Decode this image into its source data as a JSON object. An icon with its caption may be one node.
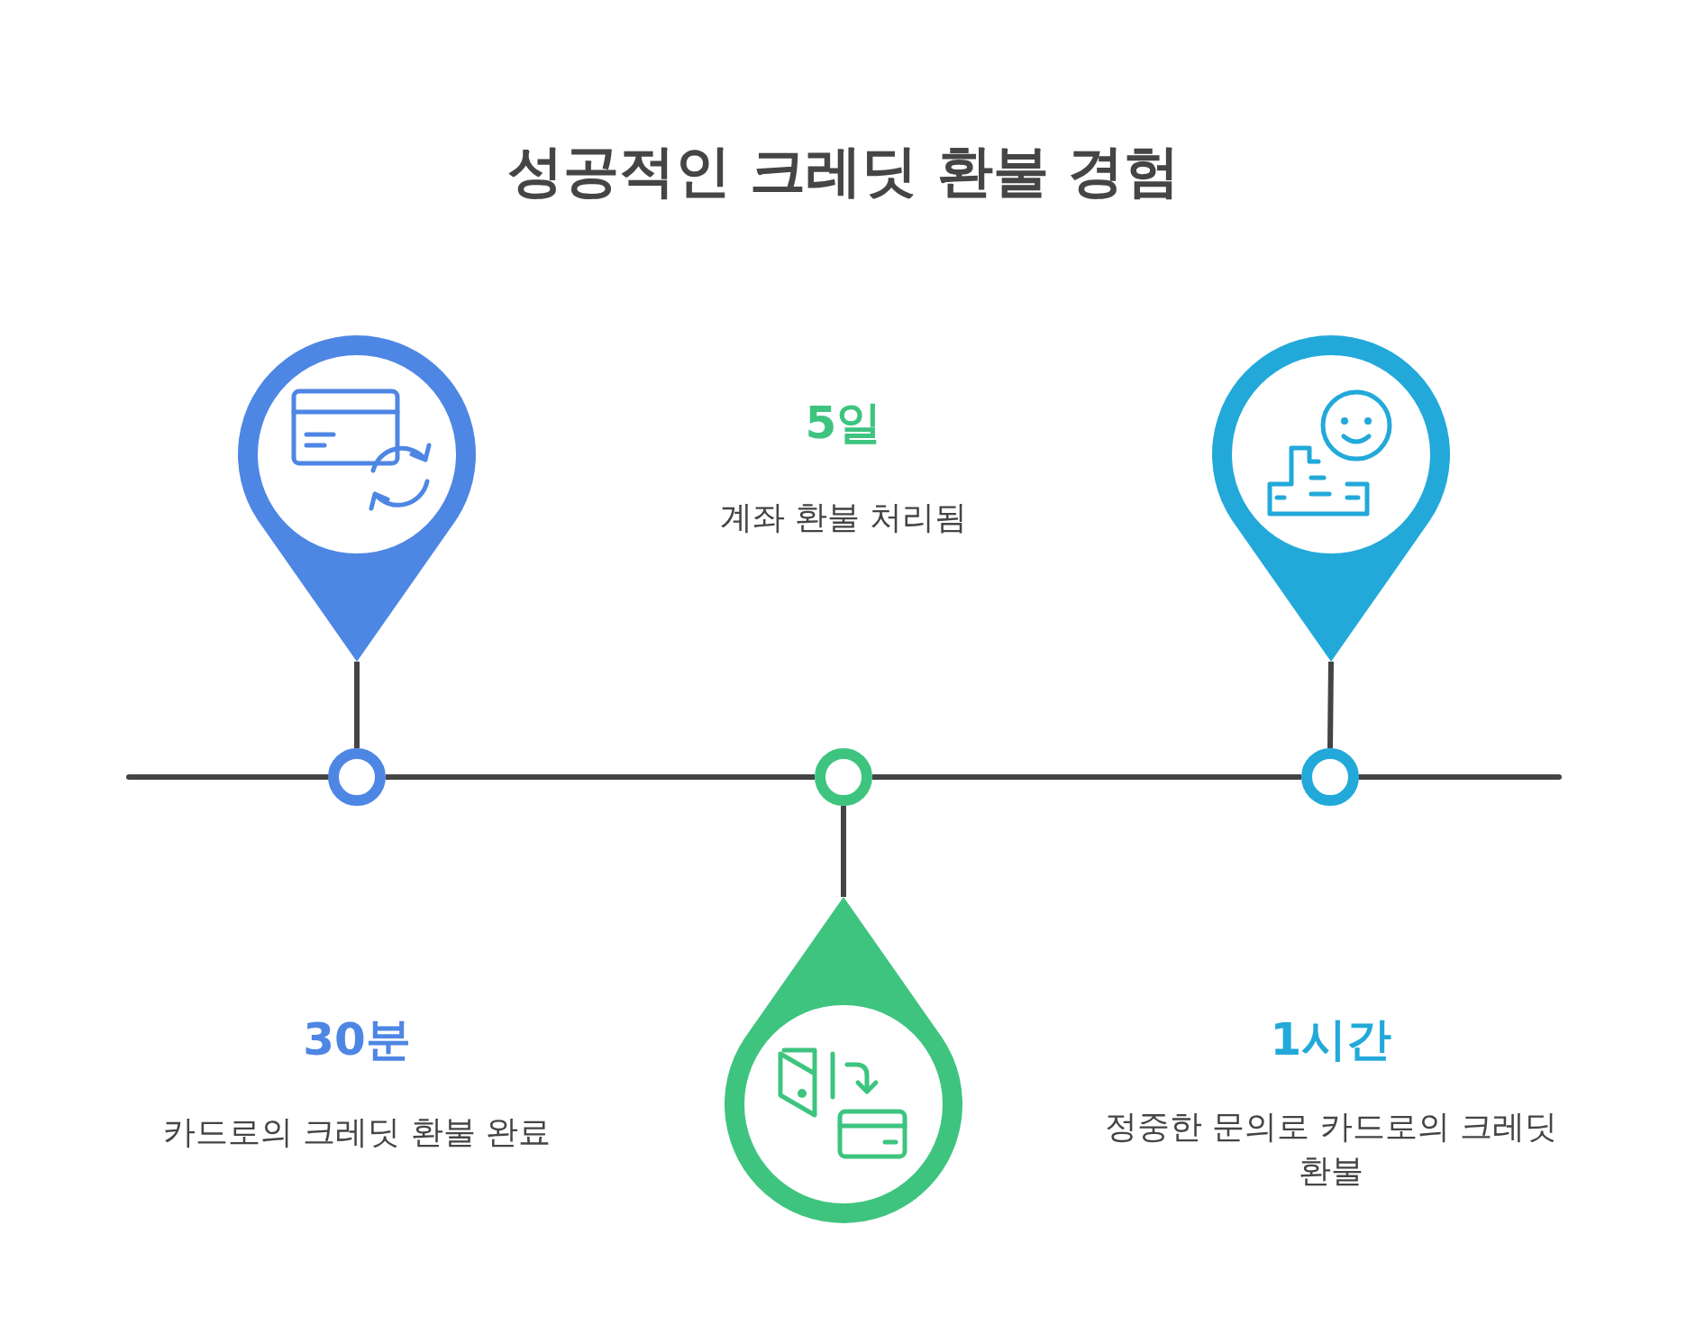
{
  "diagram": {
    "title": "성공적인 크레딧 환불 경험",
    "nodes": [
      {
        "text": [],
        "shape": "pin"
      },
      {
        "text": [],
        "shape": "pin"
      },
      {
        "text": [],
        "shape": "circle"
      },
      {
        "text": [],
        "shape": "circle"
      },
      {
        "text": [],
        "shape": "circle"
      },
      {
        "text": [],
        "shape": "pin"
      }
    ],
    "edges": [
      {
        "from": 0,
        "to": 2,
        "arrow": "none"
      },
      {
        "from": 1,
        "to": 4,
        "arrow": "none"
      },
      {
        "from": 2,
        "to": 3,
        "arrow": "none"
      },
      {
        "from": 3,
        "to": 4,
        "arrow": "none"
      },
      {
        "from": 3,
        "to": 5,
        "arrow": "none"
      }
    ],
    "labels": [
      "5일",
      "계좌 환불 처리됨",
      "30분",
      "1시간",
      "카드로의 크레딧 환불 완료",
      "정중한 문의로 카드로의 크레딧 환불"
    ]
  }
}
